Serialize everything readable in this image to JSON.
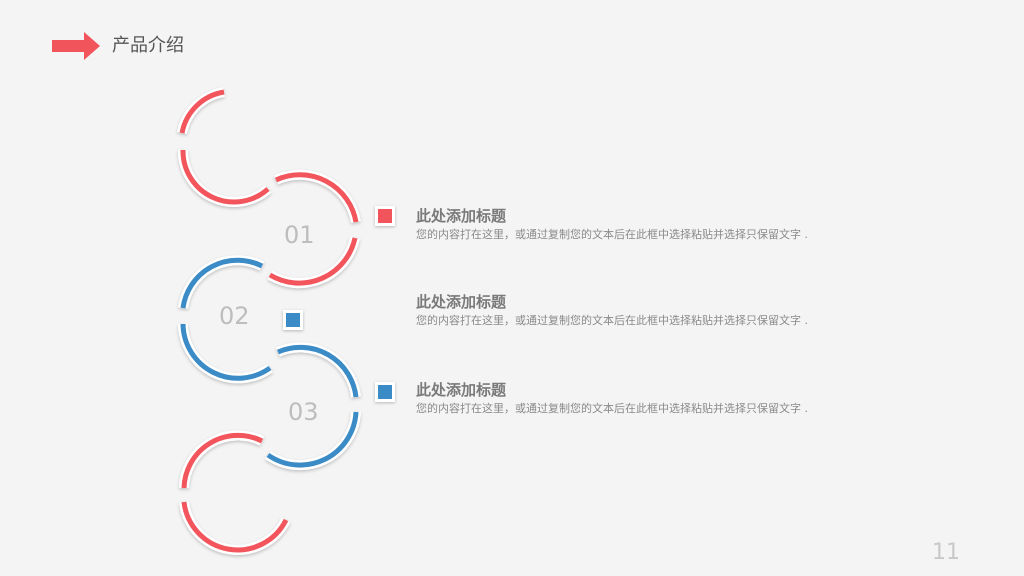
{
  "header": {
    "title": "产品介绍",
    "icon": "arrow-right-icon",
    "accent_color": "#f2545b"
  },
  "colors": {
    "red": "#f2545b",
    "blue": "#3b8bc6"
  },
  "items": [
    {
      "number": "01",
      "title": "此处添加标题",
      "description": "您的内容打在这里，或通过复制您的文本后在此框中选择粘贴并选择只保留文字 .",
      "color": "#f2545b"
    },
    {
      "number": "02",
      "title": "此处添加标题",
      "description": "您的内容打在这里，或通过复制您的文本后在此框中选择粘贴并选择只保留文字 .",
      "color": "#3b8bc6"
    },
    {
      "number": "03",
      "title": "此处添加标题",
      "description": "您的内容打在这里，或通过复制您的文本后在此框中选择粘贴并选择只保留文字 .",
      "color": "#3b8bc6"
    }
  ],
  "page_number": "11"
}
